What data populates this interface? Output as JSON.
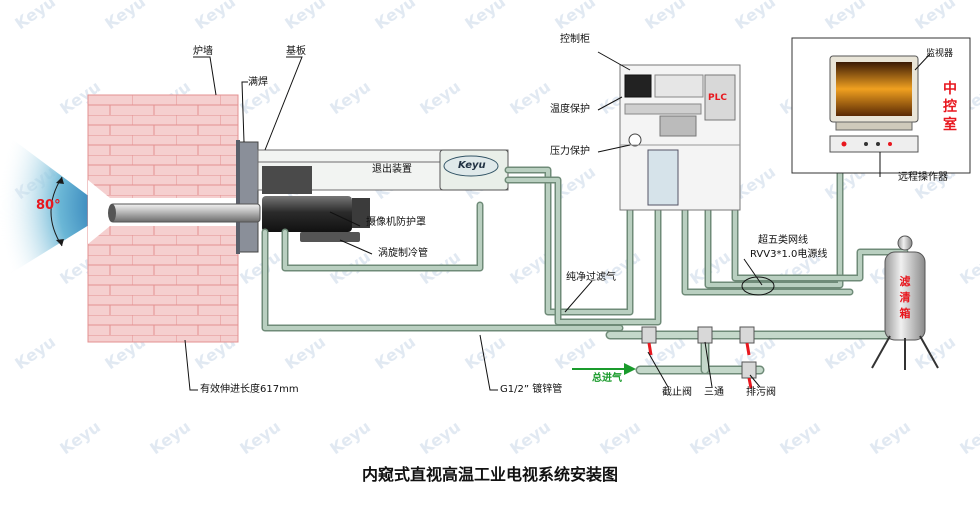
{
  "watermark": "Keyu",
  "title": "内窥式直视高温工业电视系统安装图",
  "angle": "80°",
  "brand": "Keyu",
  "plc": "PLC",
  "control_room": [
    "中",
    "控",
    "室"
  ],
  "filter_tank": [
    "滤",
    "清",
    "箱"
  ],
  "labels": {
    "furnace_wall": "炉墙",
    "base_plate": "基板",
    "full_weld": "满焊",
    "retract_device": "退出装置",
    "camera_cover": "摄像机防护罩",
    "vortex_tube": "涡旋制冷管",
    "effective_length": "有效伸进长度617mm",
    "galv_pipe": "G1/2” 镀锌管",
    "control_cabinet": "控制柜",
    "temp_protect": "温度保护",
    "pressure_protect": "压力保护",
    "pure_air": "纯净过滤气",
    "cable": "超五类网线",
    "power_cable": "RVV3*1.0电源线",
    "main_air": "总进气",
    "stop_valve": "截止阀",
    "tee": "三通",
    "drain_valve": "排污阀",
    "monitor": "监视器",
    "remote_op": "远程操作器"
  },
  "colors": {
    "brick_fill": "#f5cfcf",
    "mortar": "#e39090",
    "pipe": "#b9cfc0",
    "pipe_edge": "#6f8b78",
    "accent_red": "#e8171e",
    "arrow_green": "#1a9b2c",
    "beam_blue": "#2f7fb8"
  }
}
